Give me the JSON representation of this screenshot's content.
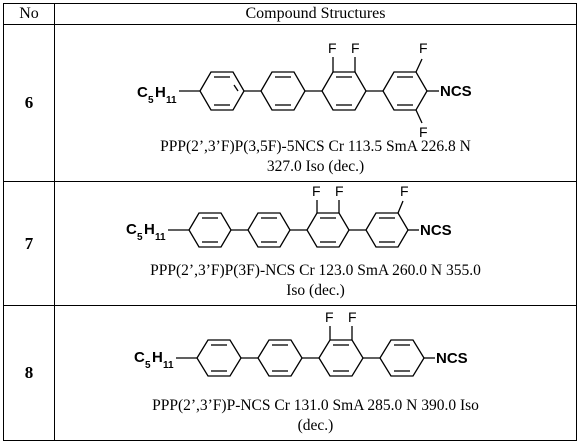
{
  "table": {
    "header_no": "No",
    "header_structures": "Compound Structures",
    "rows": [
      {
        "no": "6",
        "caption_line1": "PPP(2’,3’F)P(3,5F)-5NCS   Cr 113.5 SmA 226.8 N",
        "caption_line2": "327.0 Iso (dec.)"
      },
      {
        "no": "7",
        "caption_line1": "PPP(2’,3’F)P(3F)-NCS   Cr 123.0 SmA 260.0 N 355.0",
        "caption_line2": "Iso (dec.)"
      },
      {
        "no": "8",
        "caption_line1": "PPP(2’,3’F)P-NCS   Cr 131.0 SmA 285.0 N 390.0 Iso",
        "caption_line2": "(dec.)"
      }
    ]
  },
  "molecule": {
    "alkyl_C": "C",
    "alkyl_sub1": "5",
    "alkyl_H": "H",
    "alkyl_sub2": "11",
    "fluorine": "F",
    "terminal_group": "NCS"
  }
}
